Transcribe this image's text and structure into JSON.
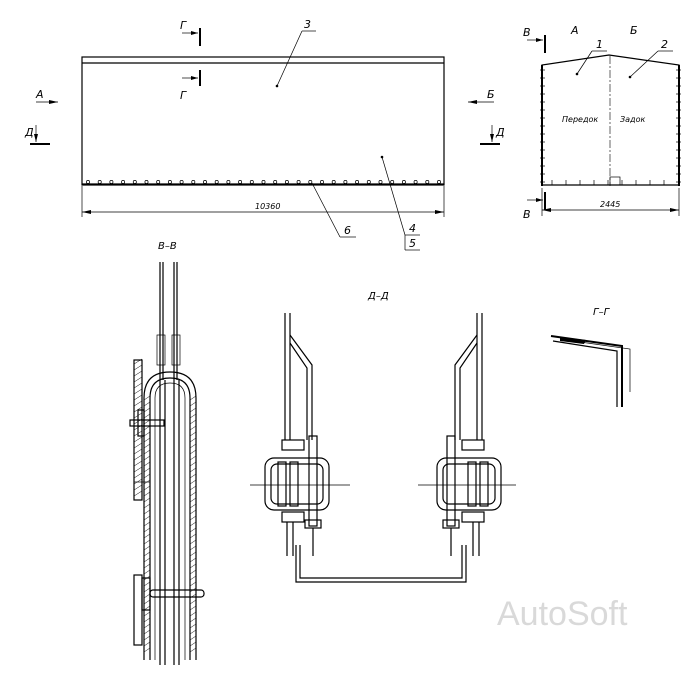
{
  "main_view": {
    "dimension_length": "10360",
    "leader_3": "3",
    "leader_4": "4",
    "leader_5": "5",
    "leader_6": "6",
    "arrow_a": "А",
    "arrow_b": "Б",
    "arrow_d": "Д",
    "section_g_top": "Г",
    "section_g_bottom": "Г"
  },
  "end_view": {
    "label_a": "А",
    "label_b": "Б",
    "leader_1": "1",
    "leader_2": "2",
    "front_text": "Передок",
    "rear_text": "Задок",
    "dimension_width": "2445",
    "section_v_top": "В",
    "section_v_bottom": "В"
  },
  "sections": {
    "vv_title": "В–В",
    "dd_title": "Д–Д",
    "gg_title": "Г–Г"
  },
  "watermark": "AutoSoft"
}
